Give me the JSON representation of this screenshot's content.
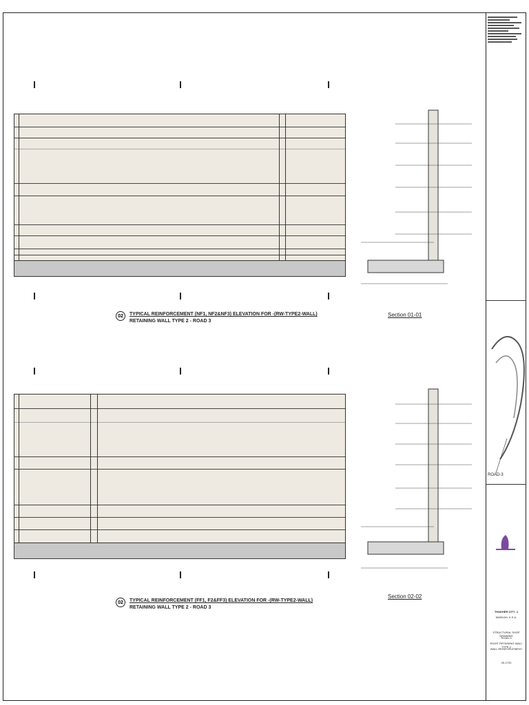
{
  "elevation_top": {
    "title_no": "02",
    "title_line1": "TYPICAL REINFORCEMENT (NF1, NF2&NF3) ELEVATION FOR -(RW-TYPE2-WALL)",
    "title_line2": "RETAINING WALL TYPE 2 - ROAD 3"
  },
  "elevation_bottom": {
    "title_no": "02",
    "title_line1": "TYPICAL REINFORCEMENT (FF1, F2&FF3) ELEVATION FOR -(RW-TYPE2-WALL)",
    "title_line2": "RETAINING WALL TYPE 2 - ROAD 3"
  },
  "sections": {
    "top_caption": "Section 01-01",
    "bottom_caption": "Section 02-02"
  },
  "title_block": {
    "map_label": "ROAD-3",
    "project": "THAKHER CITY -1",
    "location": "MAKKAH, K.S.A.",
    "drawing_title_1": "STRUCTURAL SHOP DRAWING",
    "drawing_title_2": "ROAD-3",
    "drawing_title_3": "RIGHT RETAINING WALL TYPE 2",
    "drawing_title_4": "WALL REINFORCEMENT",
    "sheet_no": "20-1720"
  }
}
